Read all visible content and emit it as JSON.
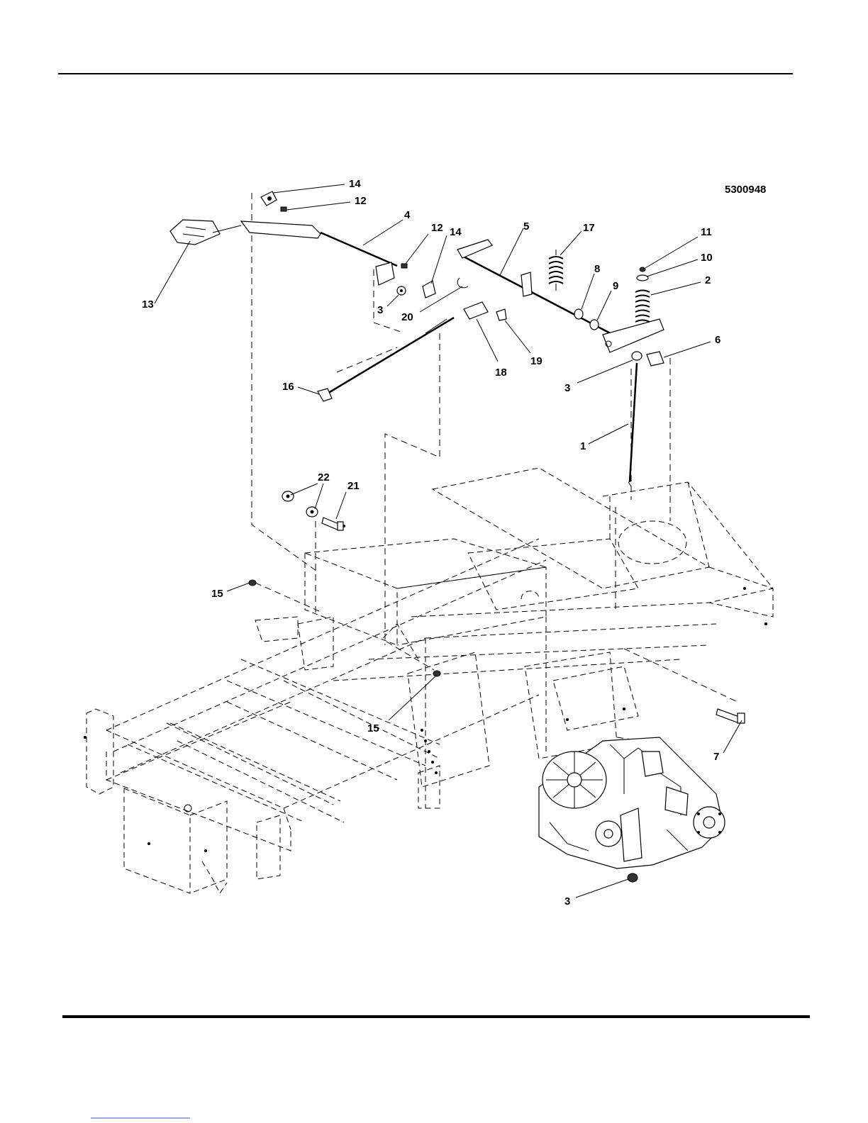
{
  "drawing_id": "5300948",
  "callouts": [
    {
      "id": "c14a",
      "label": "14"
    },
    {
      "id": "c12a",
      "label": "12"
    },
    {
      "id": "c4",
      "label": "4"
    },
    {
      "id": "c12b",
      "label": "12"
    },
    {
      "id": "c14b",
      "label": "14"
    },
    {
      "id": "c5",
      "label": "5"
    },
    {
      "id": "c17",
      "label": "17"
    },
    {
      "id": "c11",
      "label": "11"
    },
    {
      "id": "c10",
      "label": "10"
    },
    {
      "id": "c2",
      "label": "2"
    },
    {
      "id": "c8",
      "label": "8"
    },
    {
      "id": "c9",
      "label": "9"
    },
    {
      "id": "c13",
      "label": "13"
    },
    {
      "id": "c3a",
      "label": "3"
    },
    {
      "id": "c20",
      "label": "20"
    },
    {
      "id": "c18",
      "label": "18"
    },
    {
      "id": "c19",
      "label": "19"
    },
    {
      "id": "c6",
      "label": "6"
    },
    {
      "id": "c3b",
      "label": "3"
    },
    {
      "id": "c16",
      "label": "16"
    },
    {
      "id": "c1",
      "label": "1"
    },
    {
      "id": "c22",
      "label": "22"
    },
    {
      "id": "c21",
      "label": "21"
    },
    {
      "id": "c15a",
      "label": "15"
    },
    {
      "id": "c15b",
      "label": "15"
    },
    {
      "id": "c7",
      "label": "7"
    },
    {
      "id": "c3c",
      "label": "3"
    }
  ]
}
